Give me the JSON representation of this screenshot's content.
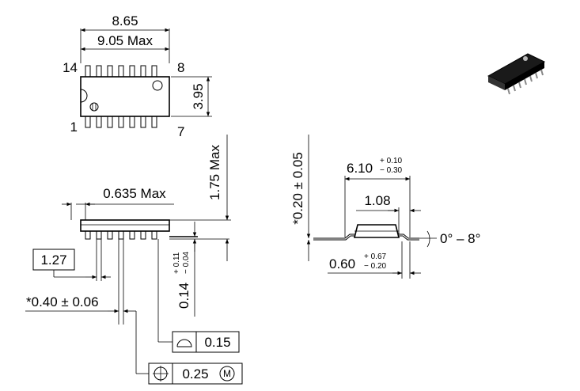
{
  "top_view": {
    "length_nominal": "8.65",
    "length_max": "9.05 Max",
    "pin_14": "14",
    "pin_8": "8",
    "pin_1": "1",
    "pin_7": "7",
    "body_width": "3.95"
  },
  "side_view": {
    "height_max": "1.75 Max",
    "end_offset_max": "0.635 Max",
    "pitch": "1.27",
    "lead_width": "*0.40 ± 0.06",
    "standoff": "0.14",
    "standoff_tol_plus": "+ 0.11",
    "standoff_tol_minus": "− 0.04",
    "flatness_value": "0.15",
    "position_value": "0.25",
    "position_modifier": "M"
  },
  "end_view": {
    "lead_thickness": "*0.20 ± 0.05",
    "overall_width": "6.10",
    "overall_width_tol_plus": "+ 0.10",
    "overall_width_tol_minus": "− 0.30",
    "lead_length": "1.08",
    "foot_length": "0.60",
    "foot_length_tol_plus": "+ 0.67",
    "foot_length_tol_minus": "− 0.20",
    "angle_range": "0° – 8°"
  }
}
